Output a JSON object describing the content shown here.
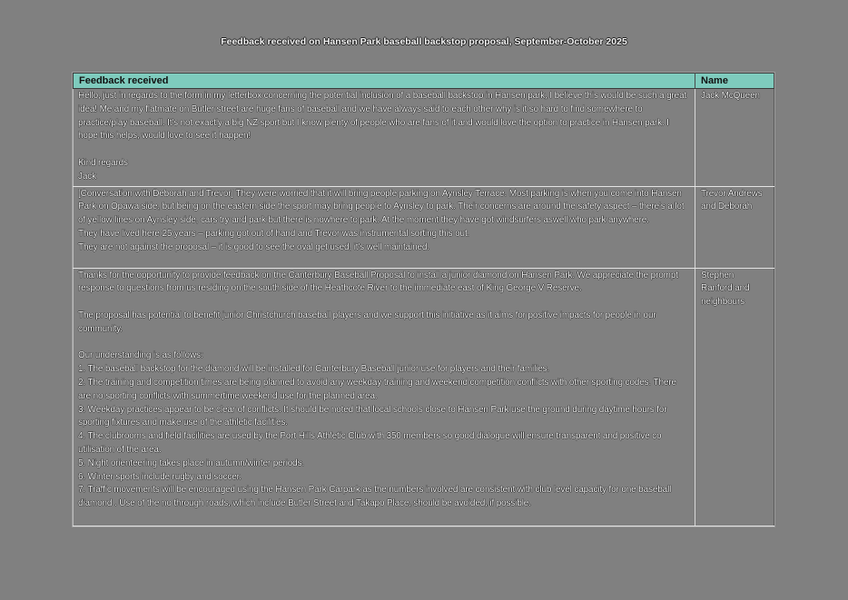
{
  "document": {
    "title": "Feedback received on Hansen Park baseball backstop proposal, September-October 2025"
  },
  "table": {
    "headers": {
      "feedback": "Feedback received",
      "name": "Name"
    },
    "colors": {
      "header_background": "#7ecbbd",
      "page_background": "#808080"
    },
    "rows": [
      {
        "feedback": "Hello, just in regards to the form in my letterbox concerning the potential inclusion of a baseball backstop in Hansen park, I believe this would be such a great idea! Me and my flatmate on Butler street are huge fans of baseball and we have always said to each other why is it so hard to find somewhere to practice/play baseball. It's not exactly a big NZ sport but I know plenty of people who are fans of it and would love the option to practice in Hansen park. I hope this helps, would love to see it happen!\n\nKind regards\nJack",
        "name": "Jack McQueen"
      },
      {
        "feedback": "[Conversation with Deborah and Trevor] They were worried that it will bring people parking on Aynsley Terrace. Most parking is when you come into Hansen Park on Opawa side, but being on the eastern side the sport may bring people to Aynsley to park. Their concerns are around the safety aspect – there's a lot of yellow lines on Aynsley side, cars try and park but there is nowhere to park. At the moment they have got windsurfers aswell who park anywhere.\nThey have lived here 25 years – parking got out of hand and Trevor was instrumental sorting this out.\nThey are not against the proposal – it is good to see the oval get used, it's well maintained.",
        "name": "Trevor Andrews and Deborah"
      },
      {
        "feedback": "Thanks for the opportunity to provide feedback on the Canterbury Baseball Proposal to install a junior diamond on Hansen Park. We appreciate the prompt response to questions from us residing on the south side of the Heathcote River to the immediate east of King George V Reserve.\n\nThe proposal has potential to benefit junior Christchurch baseball players and we support this initiative as it aims for positive impacts for people in our community.\n\nOur understanding is as follows:\n1. The baseball backstop for the diamond will be installed for Canterbury Baseball junior use for players and their families.\n2. The training and competition times are being planned to avoid any weekday training and weekend competition conflicts with other sporting codes. There are no sporting conflicts with summertime weekend use for the planned area.\n3. Weekday practices appear to be clear of conflicts. It should be noted that local schools close to Hansen Park use the ground during daytime hours for sporting fixtures and make use of the athletic facilities.\n4. The clubrooms and field facilities are used by the Port Hills Athletic Club with 350 members so good dialogue will ensure transparent and positive co utilisation of the area.\n5. Night orienteering takes place in autumn/winter periods.\n6. Winter sports include rugby and soccer.\n7. Traffic movements will be encouraged using the Hansen Park Carpark as the numbers involved are consistent with club level capacity for one baseball diamond . Use of the no through roads, which include Butler Street and Takapo Place, should be avoided, if possible.",
        "name": "Stephen Ranford and neighbours"
      }
    ]
  }
}
